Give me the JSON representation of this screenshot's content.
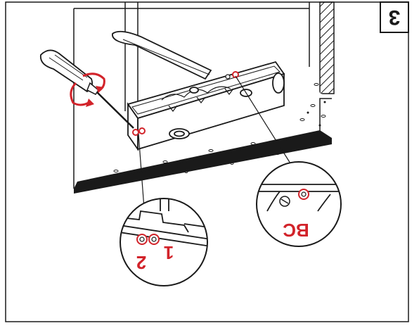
{
  "step": {
    "number": "3"
  },
  "callouts": {
    "screws_left": {
      "label_1": "1",
      "label_2": "2"
    },
    "screw_right": {
      "label": "BC"
    }
  },
  "colors": {
    "line": "#1a1a1a",
    "accent_red": "#d2232a",
    "background": "#ffffff"
  },
  "icons": [
    "screwdriver-icon",
    "rotation-arrow-icon",
    "door-closer-body",
    "valve-screw-icon"
  ]
}
